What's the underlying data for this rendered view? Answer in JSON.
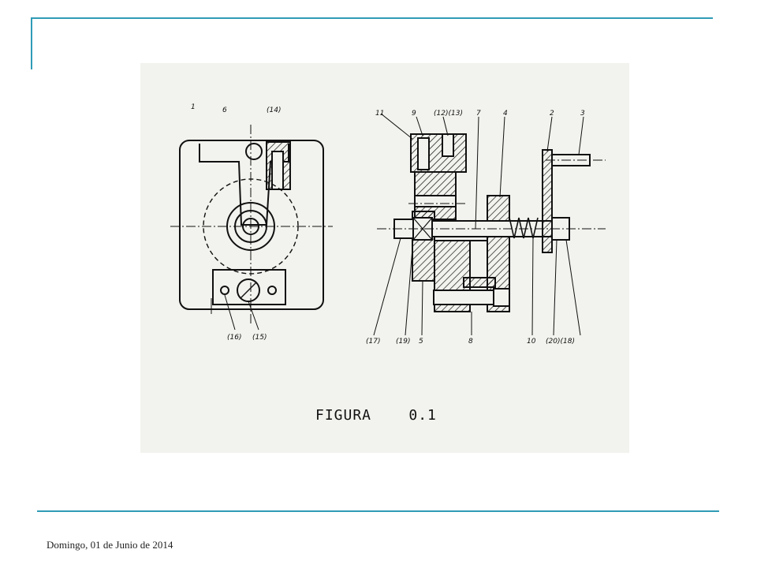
{
  "colors": {
    "accent_rule": "#2f9bb6",
    "drawing_ink": "#111111",
    "paper": "#f2f2ee"
  },
  "figure": {
    "caption": "FIGURA    0.1",
    "part_labels": [
      "1",
      "6",
      "(14)",
      "(16)",
      "(15)",
      "11",
      "9",
      "(12)(13)",
      "7",
      "4",
      "2",
      "3",
      "(17)",
      "(19)",
      "5",
      "8",
      "10",
      "(20)(18)"
    ]
  },
  "footer": {
    "date": "Domingo, 01 de Junio de 2014"
  }
}
